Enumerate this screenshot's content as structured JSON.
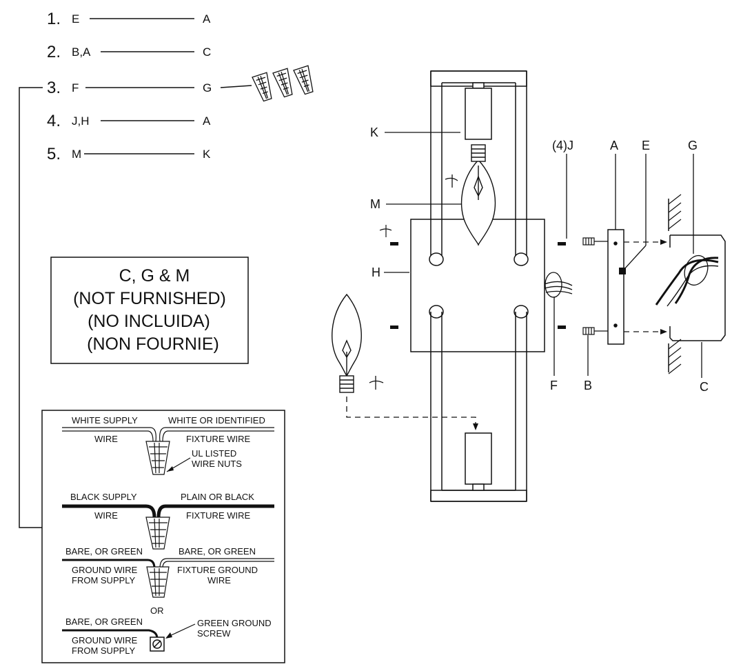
{
  "steps": [
    {
      "num": "1.",
      "left": "E",
      "right": "A"
    },
    {
      "num": "2.",
      "left": "B,A",
      "right": "C"
    },
    {
      "num": "3.",
      "left": "F",
      "right": "G"
    },
    {
      "num": "4.",
      "left": "J,H",
      "right": "A"
    },
    {
      "num": "5.",
      "left": "M",
      "right": "K"
    }
  ],
  "note_box": {
    "line1": "C, G & M",
    "line2": "(NOT FURNISHED)",
    "line3": "(NO INCLUIDA)",
    "line4": "(NON FOURNIE)"
  },
  "wiring": {
    "white_supply": "WHITE SUPPLY",
    "white_supply_2": "WIRE",
    "white_fixture": "WHITE OR IDENTIFIED",
    "white_fixture_2": "FIXTURE WIRE",
    "wire_nuts": "UL LISTED",
    "wire_nuts_2": "WIRE NUTS",
    "black_supply": "BLACK SUPPLY",
    "black_supply_2": "WIRE",
    "black_fixture": "PLAIN OR BLACK",
    "black_fixture_2": "FIXTURE WIRE",
    "ground_supply": "BARE, OR GREEN",
    "ground_supply_2": "GROUND WIRE",
    "ground_supply_3": "FROM SUPPLY",
    "ground_fixture": "BARE, OR GREEN",
    "ground_fixture_2": "FIXTURE GROUND",
    "ground_fixture_3": "WIRE",
    "or": "OR",
    "alt_supply": "BARE, OR GREEN",
    "alt_supply_2": "GROUND WIRE",
    "alt_supply_3": "FROM SUPPLY",
    "screw": "GREEN GROUND",
    "screw_2": "SCREW"
  },
  "labels": {
    "K": "K",
    "M": "M",
    "H": "H",
    "J": "(4)J",
    "A": "A",
    "E": "E",
    "G": "G",
    "F": "F",
    "B": "B",
    "C": "C"
  }
}
